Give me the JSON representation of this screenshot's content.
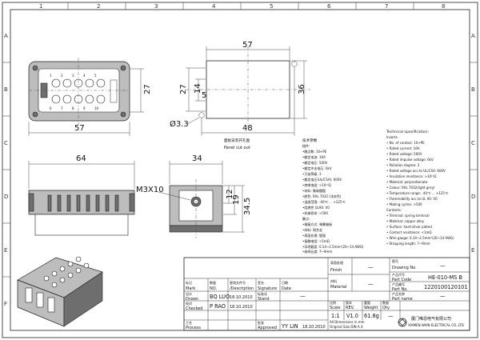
{
  "frame": {
    "columns": [
      "1",
      "2",
      "3",
      "4",
      "5",
      "6",
      "7",
      "8"
    ],
    "rows": [
      "A",
      "B",
      "C",
      "D",
      "E",
      "F"
    ]
  },
  "dimensions": {
    "front_width": "57",
    "front_height": "27",
    "cutout_width": "57",
    "cutout_height": "36",
    "cutout_inner_h": "27",
    "cutout_offset": "14",
    "cutout_side": "5",
    "cutout_hole_spacing": "48",
    "hole_dia": "Ø3.3",
    "side_width": "64",
    "end_width": "34",
    "h1": "12",
    "h2": "19",
    "h3": "34.5",
    "screw": "M3X10"
  },
  "panel_cutout": {
    "cn": "面板安装开孔图",
    "en": "Panel cut out"
  },
  "spec_cn": {
    "title": "技术参数",
    "items": [
      "插件:",
      "•触点数: 10+PE",
      "•额定电流: 16A",
      "•额定电压: 500V",
      "•额定冲击电压: 6kV",
      "•污染等级: 3",
      "•额定电压(UL/CSA): 600V",
      "•绝缘电阻: >10¹⁰Ω",
      "•材料: 聚碳酸酯",
      "•颜色: RAL 7032 (浅灰色)",
      "•温度范围: -40℃ ... +125℃",
      "•阻燃性 UL94: V0",
      "•机械寿命: >500",
      "触点:",
      "•端接方式: 弹簧端接",
      "•材料: 铜合金",
      "•表面处理: 镀银",
      "•接触电阻: <1mΩ",
      "•导线截面: 0.14~2.5mm²(26~14 AWG)",
      "•剥线长度: 7~9mm"
    ]
  },
  "spec_en": {
    "title": "Technical specification:",
    "items": [
      "Inserts:",
      "• No. of contact: 10+PE",
      "• Rated current: 16A",
      "• Rated voltage: 500V",
      "• Rated impulse voltage: 6kV",
      "• Pollution degree: 3",
      "• Rated voltage acc.to UL/CSA: 600V",
      "• Insulation resistance: >10¹⁰Ω",
      "• Material: polycarbonate",
      "• Colour: RAL 7032(light grey)",
      "• Temperature range: -40℃ ... +125℃",
      "• Flammability acc.to UL 94: V0",
      "• Mating cycles: >500",
      "Contacts:",
      "• Terminal: spring terminal",
      "• Material: copper alloy",
      "• Surface: hard-silver plated",
      "• Contact resistance: <1mΩ",
      "• Wire gauge: 0.14~2.5mm²(26~14 AWG)",
      "• Stripping length: 7~9mm"
    ]
  },
  "title_block": {
    "finish_cn": "表面处理",
    "finish_en": "Finish",
    "finish_val": "—",
    "material_cn": "材料",
    "material_en": "Material",
    "material_val": "—",
    "drawing_no_cn": "图号",
    "drawing_no_en": "Drawing No.",
    "drawing_no_val": "—",
    "part_code_cn": "产品代号",
    "part_code_en": "Part Code",
    "part_code_val": "HE-010-MS B",
    "part_no_cn": "产品编号",
    "part_no_en": "Part No.",
    "part_no_val": "1220100120101",
    "name_cn": "产品名称",
    "name_en": "Part name",
    "name_val": "—",
    "mark_cn": "标记",
    "mark_en": "Mark",
    "no_cn": "数量",
    "no_en": "NO.",
    "desc_cn": "更改文件号",
    "desc_en": "/Description",
    "sign_cn": "签名",
    "sign_en": "Signature",
    "date_cn": "日期",
    "date_en": "Date",
    "drawn_cn": "设计",
    "drawn_en": "Drawn",
    "drawn_name": "BQ LUO",
    "drawn_date": "18.10.2010",
    "stand_cn": "标准化",
    "stand_en": "Stand",
    "stand_val": "—",
    "checked_cn": "校对",
    "checked_en": "Checked",
    "checked_name": "P RAO",
    "checked_date": "18.10.2010",
    "process_cn": "工艺",
    "process_en": "Process",
    "approved_cn": "批准",
    "approved_en": "Approved",
    "approved_name": "YY LIN",
    "approved_date": "18.10.2010",
    "scale_cn": "比例",
    "scale_en": "Scale",
    "scale_val": "1:1",
    "rev_cn": "版本",
    "rev_en": "REV.",
    "rev_val": "V1.0",
    "weight_cn": "重量",
    "weight_en": "Weight",
    "weight_val": "61.8g",
    "qty_cn": "数量",
    "qty_en": "Qty.",
    "qty_val": "—",
    "dims_note": "All Dimensions in mm",
    "std_note": "Original Size DIN A 4",
    "company_cn": "厦门唯恩电气有限公司",
    "company_en": "XIAMEN WAIN ELECTRICAL CO.,LTD"
  }
}
